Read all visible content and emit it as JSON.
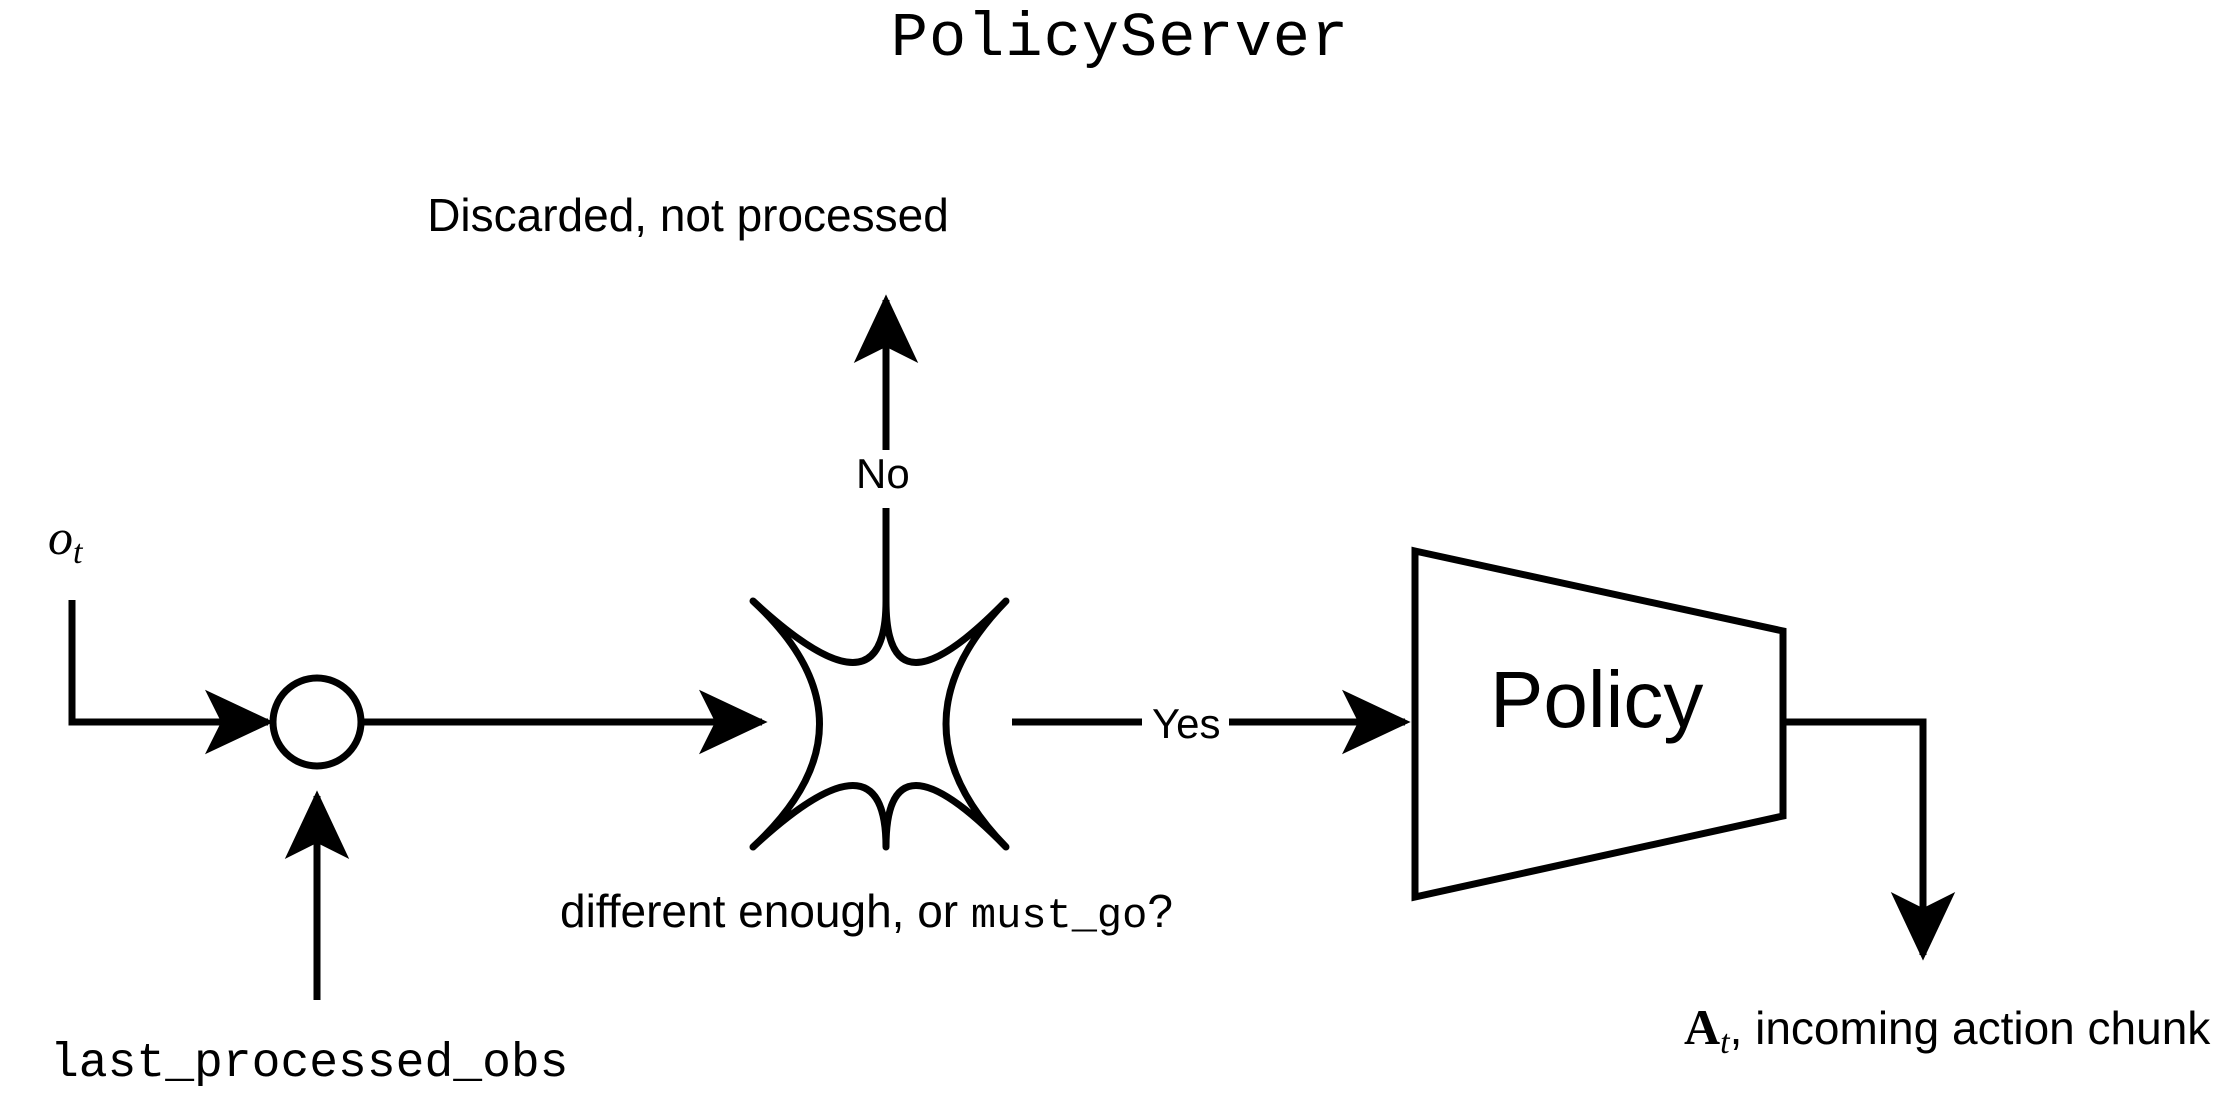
{
  "diagram": {
    "title": "PolicyServer",
    "nodes": {
      "merge_junction": {
        "shape": "circle",
        "label": ""
      },
      "decision": {
        "shape": "four-pointed-star",
        "question_prefix": "different enough, or ",
        "question_code": "must_go",
        "question_suffix": "?"
      },
      "policy": {
        "shape": "trapezoid",
        "label": "Policy"
      }
    },
    "edges": {
      "no_branch_label": "No",
      "yes_branch_label": "Yes",
      "discarded_label": "Discarded, not processed"
    },
    "inputs": {
      "observation_symbol": "o",
      "observation_subscript": "t",
      "last_processed_obs": "last_processed_obs"
    },
    "outputs": {
      "action_symbol": "A",
      "action_subscript": "t",
      "action_text": ", incoming action chunk"
    },
    "colors": {
      "background": "#ffffff",
      "stroke": "#000000"
    }
  }
}
